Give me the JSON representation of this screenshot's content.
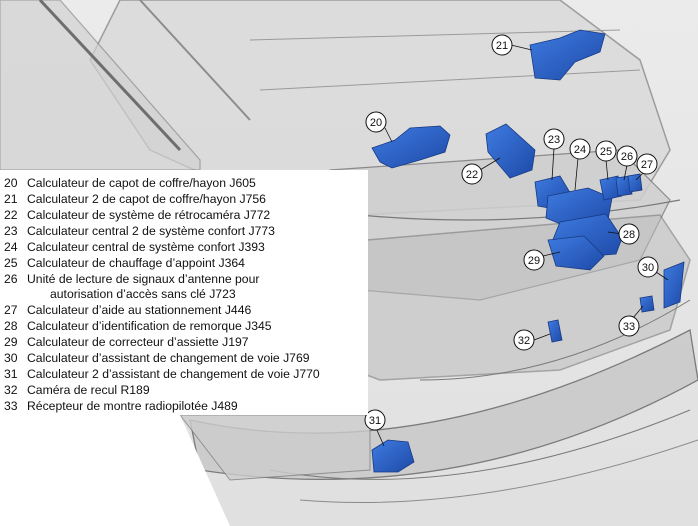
{
  "legend": [
    {
      "num": "20",
      "text": "Calculateur de capot de coffre/hayon J605"
    },
    {
      "num": "21",
      "text": "Calculateur 2 de capot de coffre/hayon J756"
    },
    {
      "num": "22",
      "text": "Calculateur de système de rétrocaméra J772"
    },
    {
      "num": "23",
      "text": "Calculateur central 2 de système confort J773"
    },
    {
      "num": "24",
      "text": "Calculateur central de système confort J393"
    },
    {
      "num": "25",
      "text": "Calculateur de chauffage d’appoint J364"
    },
    {
      "num": "26",
      "text": "Unité de lecture de signaux d’antenne pour",
      "cont": "autorisation d’accès sans clé J723"
    },
    {
      "num": "27",
      "text": "Calculateur d’aide au stationnement J446"
    },
    {
      "num": "28",
      "text": "Calculateur d’identification de remorque J345"
    },
    {
      "num": "29",
      "text": "Calculateur de correcteur d’assiette J197"
    },
    {
      "num": "30",
      "text": "Calculateur d’assistant de changement de voie J769"
    },
    {
      "num": "31",
      "text": "Calculateur 2 d’assistant de changement de voie J770"
    },
    {
      "num": "32",
      "text": "Caméra de recul R189"
    },
    {
      "num": "33",
      "text": "Récepteur de montre radiopilotée J489"
    }
  ],
  "callouts": [
    "20",
    "21",
    "22",
    "23",
    "24",
    "25",
    "26",
    "27",
    "28",
    "29",
    "30",
    "31",
    "32",
    "33"
  ],
  "colors": {
    "component_blue": "#2a62c8",
    "component_dark": "#1a3f8f",
    "body_outline": "#7a7a7a",
    "body_fill": "#d6d6d6",
    "glass": "#c4c4c4"
  }
}
